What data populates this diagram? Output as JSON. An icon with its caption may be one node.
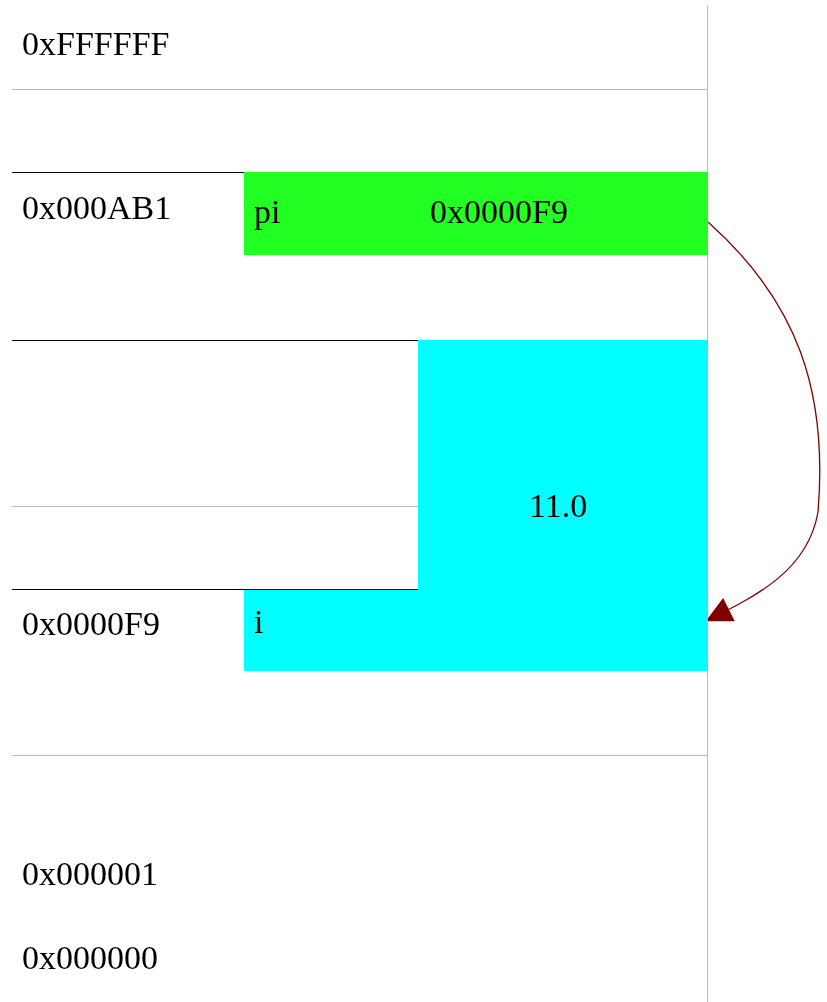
{
  "diagram": {
    "nodes": [
      {
        "text": [
          "pi",
          "0x0000F9"
        ]
      },
      {
        "text": [
          "11.0",
          "i"
        ]
      }
    ],
    "edges": [
      {
        "from": 0,
        "to": 1,
        "arrow": "to"
      }
    ],
    "labels": [
      "0xFFFFFF",
      "0x000AB1",
      "0x0000F9",
      "0x000001",
      "0x000000"
    ]
  }
}
